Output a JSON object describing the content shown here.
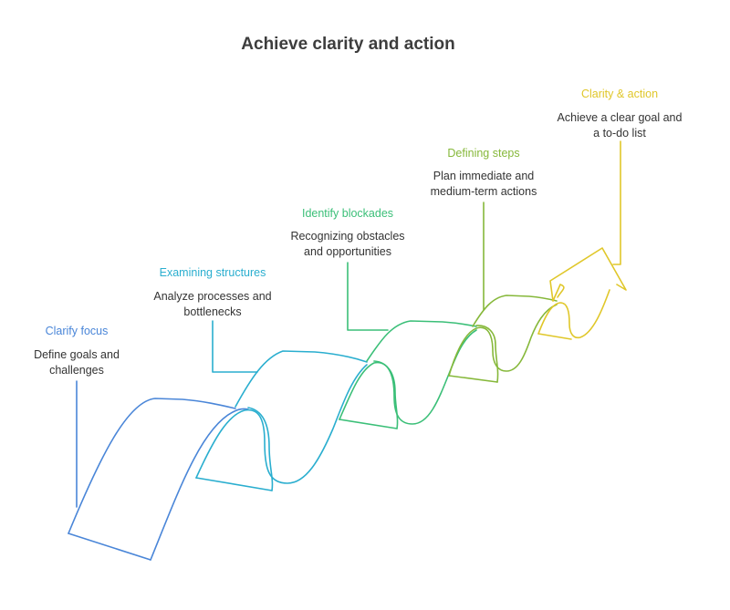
{
  "title": "Achieve clarity and action",
  "colors": {
    "step1": "#4a86d8",
    "step2": "#2aaecf",
    "step3": "#3bbf78",
    "step4": "#86b83a",
    "step5": "#e0c72a"
  },
  "steps": [
    {
      "title": "Clarify focus",
      "desc_line1": "Define goals and",
      "desc_line2": "challenges"
    },
    {
      "title": "Examining structures",
      "desc_line1": "Analyze processes and",
      "desc_line2": "bottlenecks"
    },
    {
      "title": "Identify blockades",
      "desc_line1": "Recognizing obstacles",
      "desc_line2": "and opportunities"
    },
    {
      "title": "Defining steps",
      "desc_line1": "Plan immediate and",
      "desc_line2": "medium-term actions"
    },
    {
      "title": "Clarity & action",
      "desc_line1": "Achieve a clear goal and",
      "desc_line2": "a to-do list"
    }
  ]
}
